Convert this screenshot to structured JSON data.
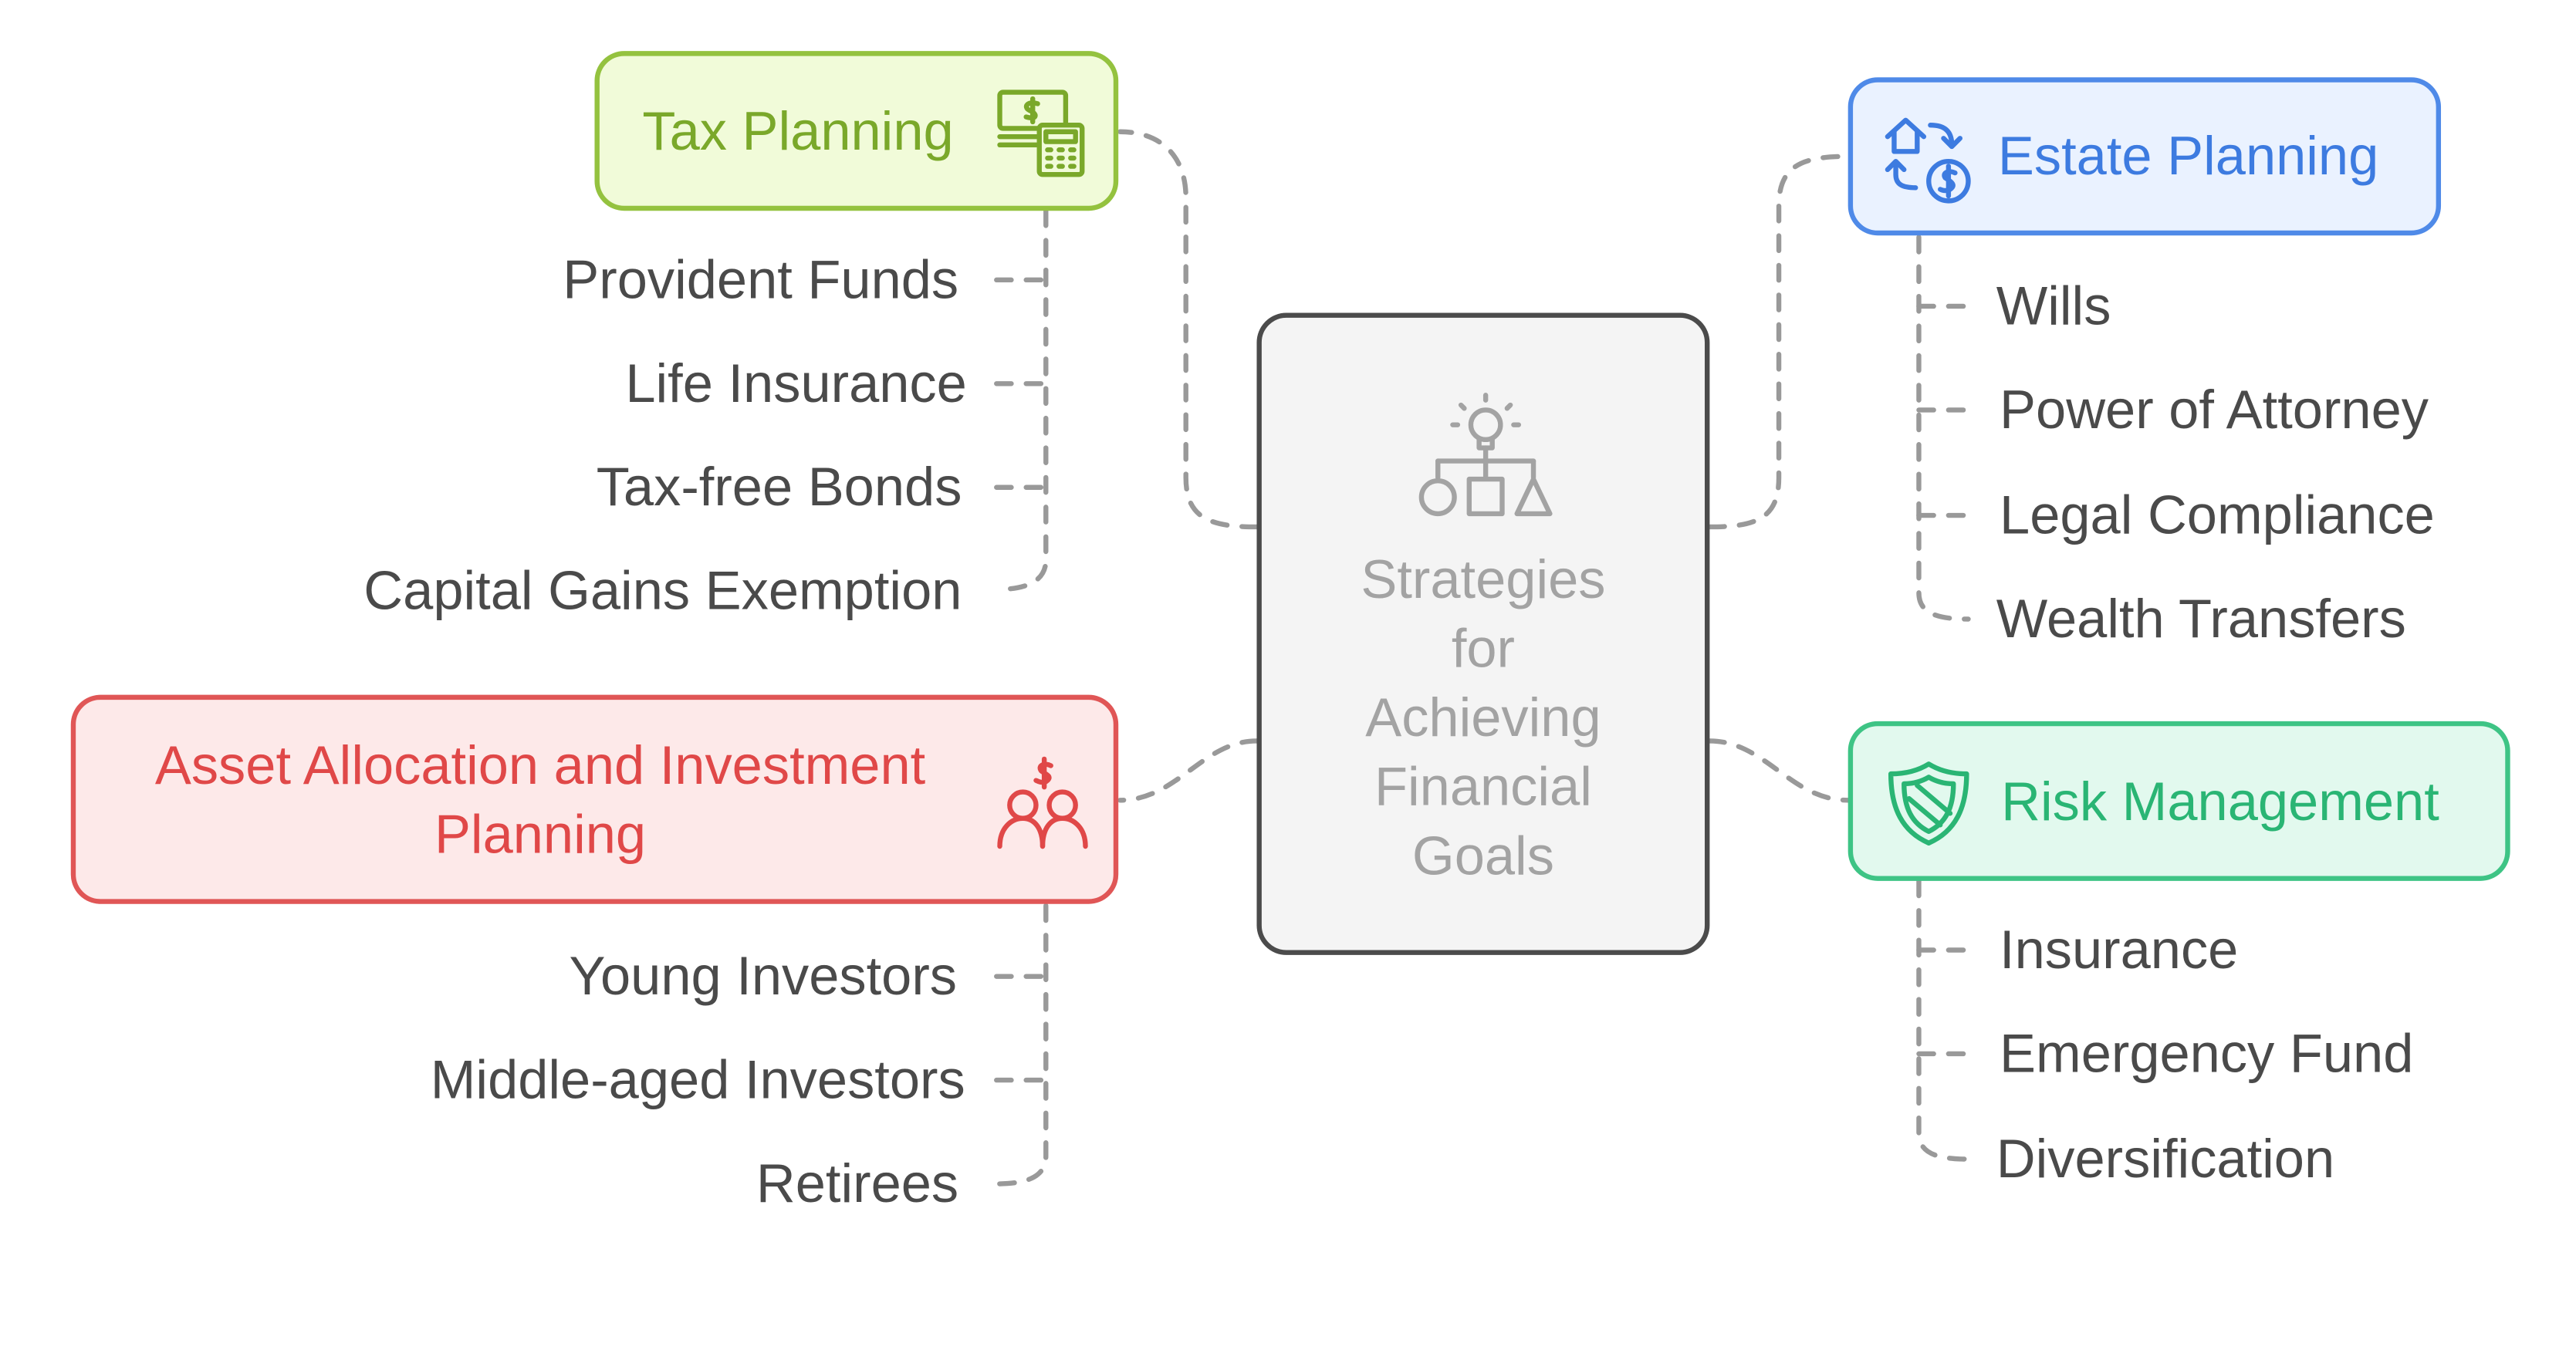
{
  "center": {
    "title_lines": [
      "Strategies",
      "for",
      "Achieving",
      "Financial",
      "Goals"
    ],
    "icon": "strategy-shapes-icon"
  },
  "tax": {
    "title": "Tax Planning",
    "icon": "cash-calculator-icon",
    "items": [
      "Provident Funds",
      "Life Insurance",
      "Tax-free Bonds",
      "Capital Gains Exemption"
    ]
  },
  "estate": {
    "title": "Estate Planning",
    "icon": "house-money-exchange-icon",
    "items": [
      "Wills",
      "Power of Attorney",
      "Legal Compliance",
      "Wealth Transfers"
    ]
  },
  "asset": {
    "title_lines": [
      "Asset Allocation and Investment",
      "Planning"
    ],
    "icon": "people-money-icon",
    "items": [
      "Young Investors",
      "Middle-aged Investors",
      "Retirees"
    ]
  },
  "risk": {
    "title": "Risk Management",
    "icon": "shield-icon",
    "items": [
      "Insurance",
      "Emergency Fund",
      "Diversification"
    ]
  },
  "colors": {
    "tax_border": "#94c23f",
    "tax_fill": "#f1fbd9",
    "tax_text": "#7aa82a",
    "estate_border": "#4f8ae8",
    "estate_fill": "#eaf2ff",
    "estate_text": "#3d7be0",
    "asset_border": "#e05656",
    "asset_fill": "#fde9e9",
    "asset_text": "#e04848",
    "risk_border": "#3ec485",
    "risk_fill": "#e2f9ee",
    "risk_text": "#2ab574",
    "connector": "#999999"
  }
}
